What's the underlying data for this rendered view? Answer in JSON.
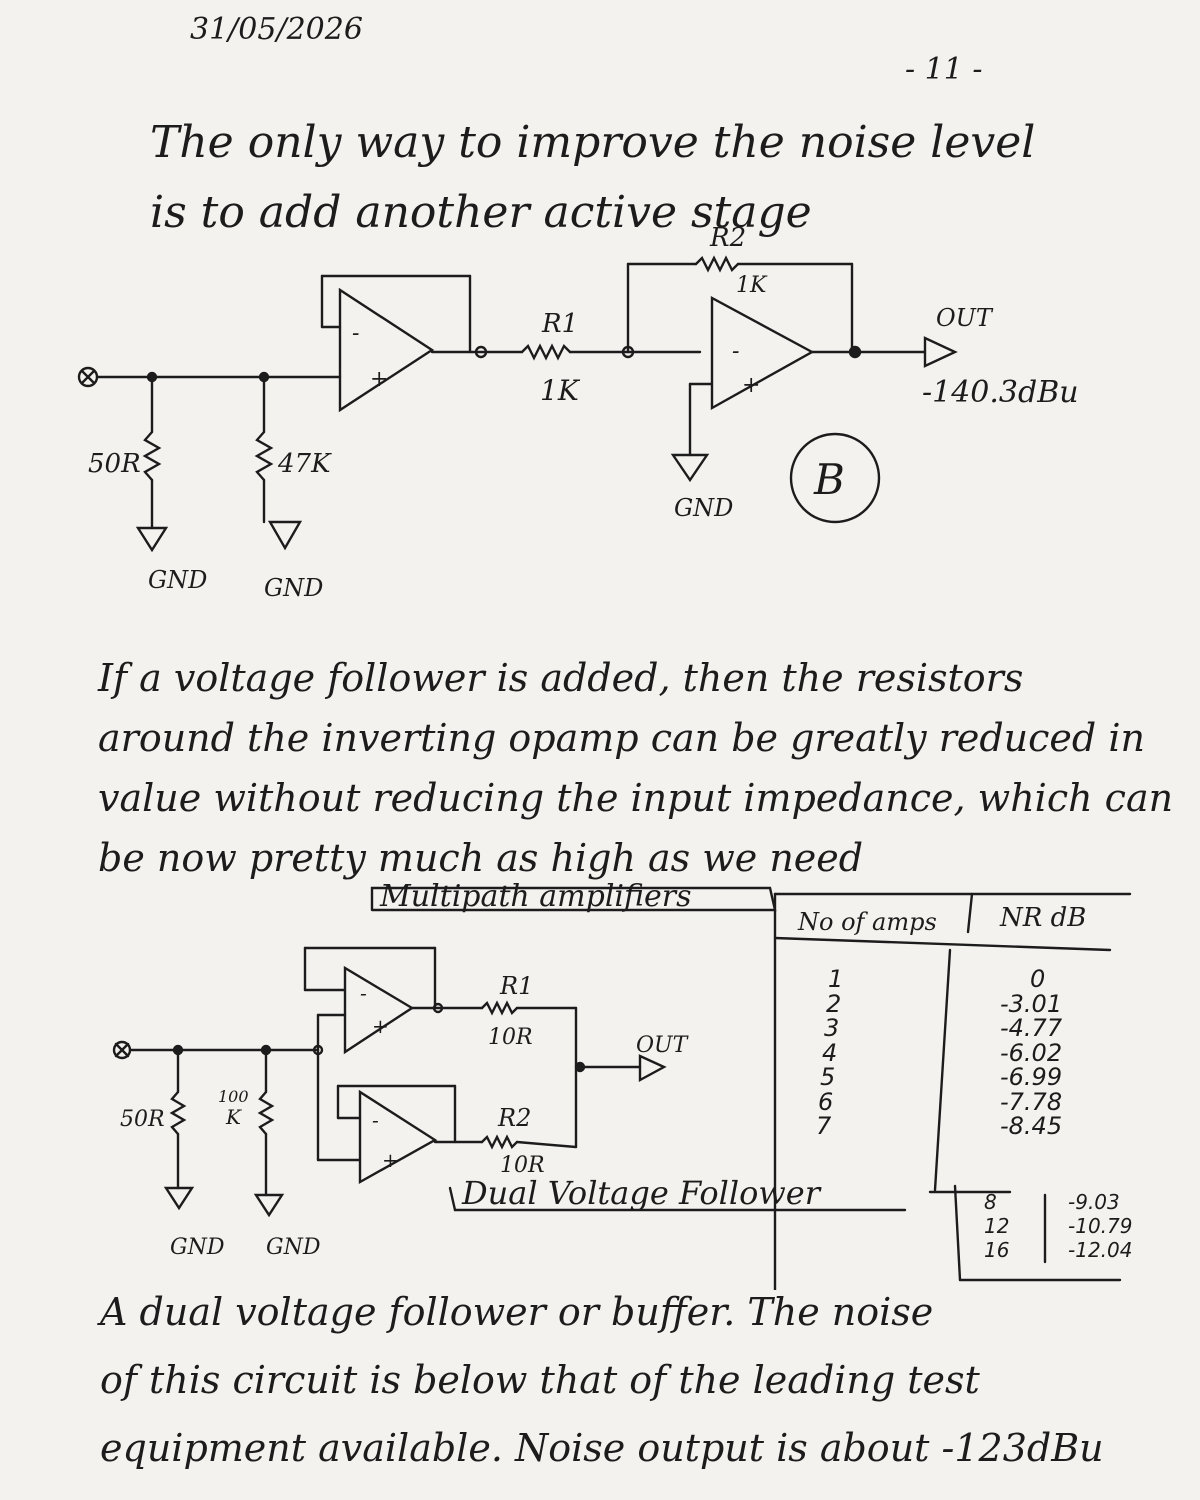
{
  "header": {
    "date": "31/05/2026",
    "page_number": "- 11 -"
  },
  "paragraph1": {
    "line1": "The only way to improve the noise level",
    "line2": "is to add another active stage"
  },
  "circuit1": {
    "r1_name": "R1",
    "r1_value": "1K",
    "r2_name": "R2",
    "r2_value": "1K",
    "res_50r": "50R",
    "res_47k": "47K",
    "gnd": "GND",
    "out": "OUT",
    "noise": "-140.3dBu",
    "badge": "B"
  },
  "paragraph2": {
    "line1": "If a voltage follower is added, then the resistors",
    "line2": "around the inverting opamp can be greatly reduced in",
    "line3": "value without reducing the input impedance, which can",
    "line4": "be now pretty much as high as we need"
  },
  "circuit2": {
    "title": "Multipath amplifiers",
    "r1_name": "R1",
    "r1_value": "10R",
    "r2_name": "R2",
    "r2_value": "10R",
    "res_50r": "50R",
    "res_100k_top": "100",
    "res_100k_bottom": "K",
    "gnd": "GND",
    "out": "OUT",
    "caption": "Dual Voltage Follower"
  },
  "table": {
    "headers": [
      "No of amps",
      "NR dB"
    ],
    "rows": [
      [
        "1",
        "0"
      ],
      [
        "2",
        "-3.01"
      ],
      [
        "3",
        "-4.77"
      ],
      [
        "4",
        "-6.02"
      ],
      [
        "5",
        "-6.99"
      ],
      [
        "6",
        "-7.78"
      ],
      [
        "7",
        "-8.45"
      ]
    ],
    "rows_extra": [
      [
        "8",
        "-9.03"
      ],
      [
        "12",
        "-10.79"
      ],
      [
        "16",
        "-12.04"
      ]
    ]
  },
  "paragraph3": {
    "line1": "A dual voltage follower or buffer. The noise",
    "line2": "of this circuit is below that of the leading test",
    "line3": "equipment available. Noise output is about -123dBu"
  }
}
